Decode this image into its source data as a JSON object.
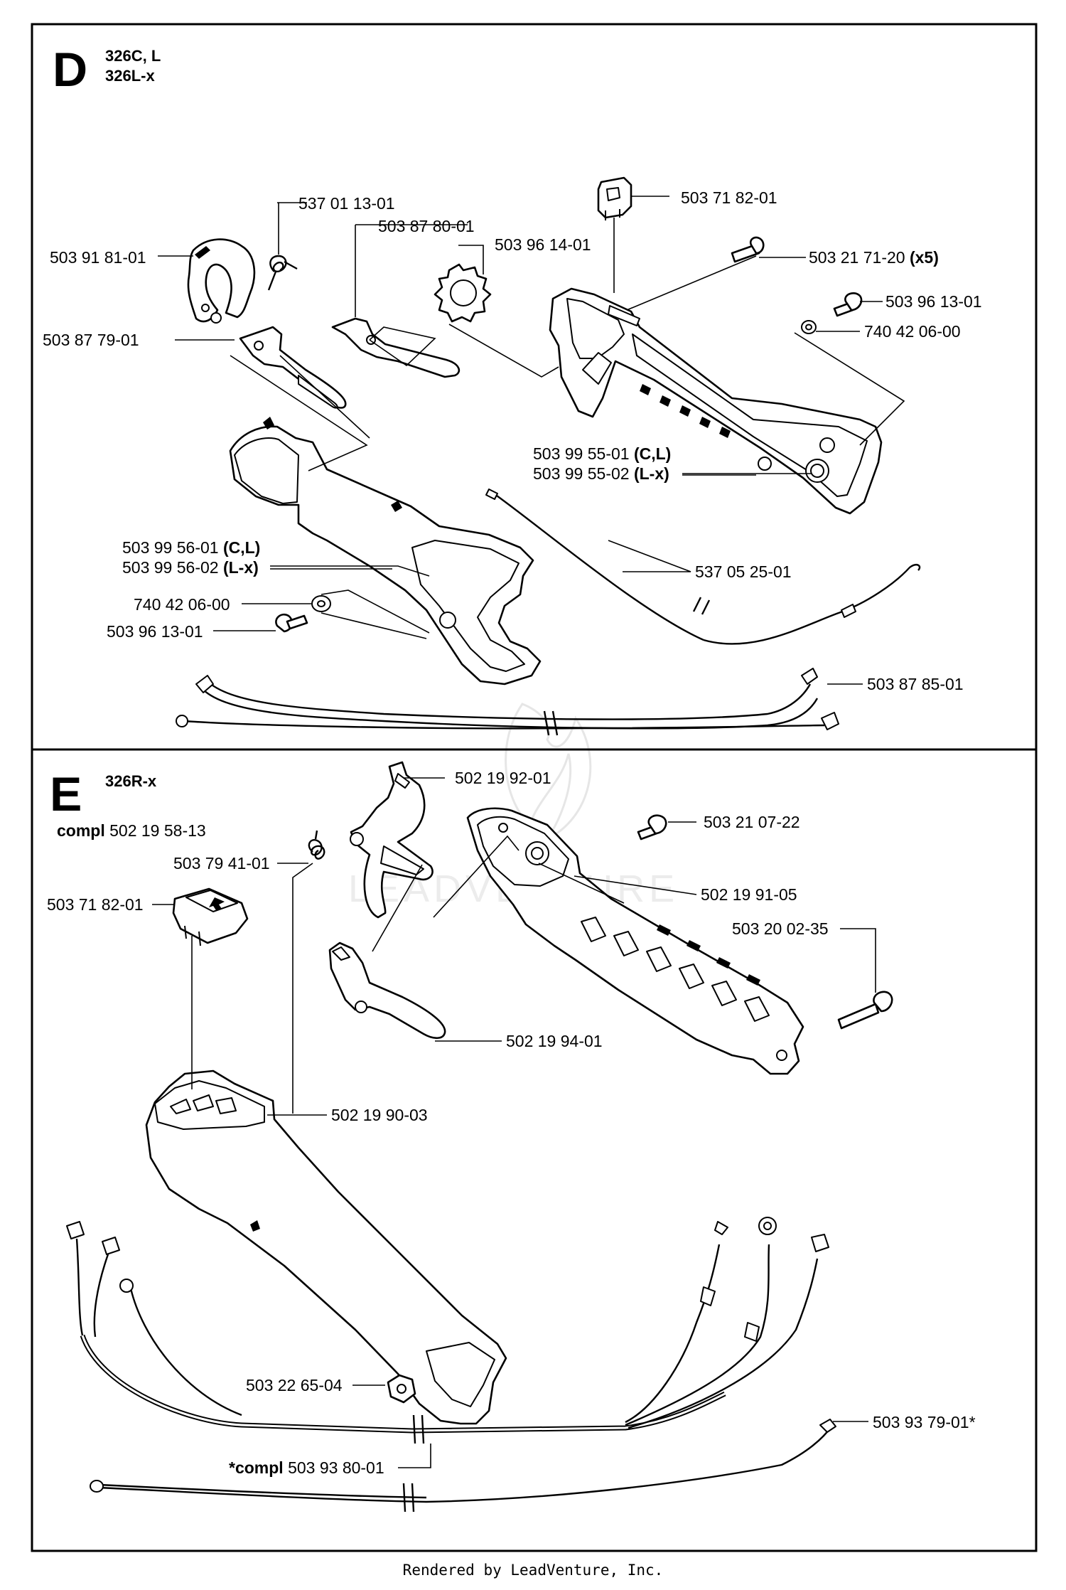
{
  "sections": [
    {
      "letter": "D",
      "models": [
        "326C, L",
        "326L-x"
      ],
      "parts": [
        {
          "number": "537 01 13-01"
        },
        {
          "number": "503 87 80-01"
        },
        {
          "number": "503 71 82-01"
        },
        {
          "number": "503 91 81-01"
        },
        {
          "number": "503 96 14-01"
        },
        {
          "number": "503 21 71-20",
          "qualifier": "(x5)"
        },
        {
          "number": "503 96 13-01"
        },
        {
          "number": "740 42 06-00"
        },
        {
          "number": "503 87 79-01"
        },
        {
          "number": "503 99 55-01",
          "qualifier": "(C,L)"
        },
        {
          "number": "503 99 55-02",
          "qualifier": "(L-x)"
        },
        {
          "number": "537 05 25-01"
        },
        {
          "number": "503 99 56-01",
          "qualifier": "(C,L)"
        },
        {
          "number": "503 99 56-02",
          "qualifier": "(L-x)"
        },
        {
          "number": "740 42 06-00"
        },
        {
          "number": "503 96 13-01"
        },
        {
          "number": "503 87 85-01"
        }
      ]
    },
    {
      "letter": "E",
      "models": [
        "326R-x"
      ],
      "kit": {
        "prefix": "compl",
        "number": "502 19 58-13"
      },
      "parts": [
        {
          "number": "502 19 92-01"
        },
        {
          "number": "503 21 07-22"
        },
        {
          "number": "503 79 41-01"
        },
        {
          "number": "503 71 82-01"
        },
        {
          "number": "502 19 91-05"
        },
        {
          "number": "503 20 02-35"
        },
        {
          "number": "502 19 94-01"
        },
        {
          "number": "502 19 90-03"
        },
        {
          "number": "503 22 65-04"
        },
        {
          "number": "503 93 79-01*"
        },
        {
          "prefix": "*compl",
          "number": "503 93 80-01"
        }
      ]
    }
  ],
  "footer": "Rendered by LeadVenture, Inc."
}
